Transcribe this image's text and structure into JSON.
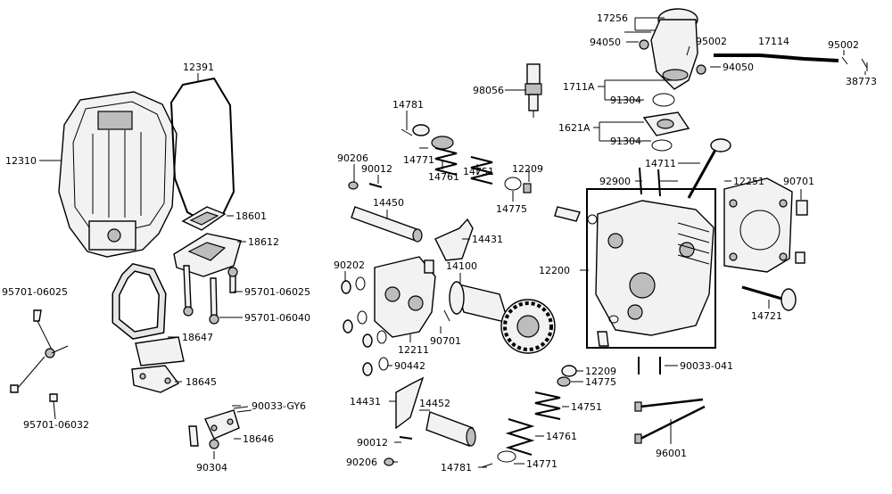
{
  "labels": [
    {
      "id": "17256",
      "text": "17256"
    },
    {
      "id": "94050a",
      "text": "94050"
    },
    {
      "id": "95002a",
      "text": "95002"
    },
    {
      "id": "17114",
      "text": "17114"
    },
    {
      "id": "95002b",
      "text": "95002"
    },
    {
      "id": "94050b",
      "text": "94050"
    },
    {
      "id": "38773",
      "text": "38773"
    },
    {
      "id": "98056",
      "text": "98056"
    },
    {
      "id": "1711A",
      "text": "1711A"
    },
    {
      "id": "91304a",
      "text": "91304"
    },
    {
      "id": "1621A",
      "text": "1621A"
    },
    {
      "id": "91304b",
      "text": "91304"
    },
    {
      "id": "12391",
      "text": "12391"
    },
    {
      "id": "12310",
      "text": "12310"
    },
    {
      "id": "18601",
      "text": "18601"
    },
    {
      "id": "18612",
      "text": "18612"
    },
    {
      "id": "95701-06025a",
      "text": "95701-06025"
    },
    {
      "id": "95701-06025b",
      "text": "95701-06025"
    },
    {
      "id": "95701-06040",
      "text": "95701-06040"
    },
    {
      "id": "18647",
      "text": "18647"
    },
    {
      "id": "18645",
      "text": "18645"
    },
    {
      "id": "95701-06032",
      "text": "95701-06032"
    },
    {
      "id": "90033-GY6",
      "text": "90033-GY6"
    },
    {
      "id": "18646",
      "text": "18646"
    },
    {
      "id": "90304",
      "text": "90304"
    },
    {
      "id": "14781a",
      "text": "14781"
    },
    {
      "id": "90206a",
      "text": "90206"
    },
    {
      "id": "90012a",
      "text": "90012"
    },
    {
      "id": "14771a",
      "text": "14771"
    },
    {
      "id": "14761a",
      "text": "14761"
    },
    {
      "id": "14751a",
      "text": "14751"
    },
    {
      "id": "12209a",
      "text": "12209"
    },
    {
      "id": "14775a",
      "text": "14775"
    },
    {
      "id": "14450",
      "text": "14450"
    },
    {
      "id": "14431a",
      "text": "14431"
    },
    {
      "id": "14100",
      "text": "14100"
    },
    {
      "id": "90202",
      "text": "90202"
    },
    {
      "id": "12211",
      "text": "12211"
    },
    {
      "id": "90701a",
      "text": "90701"
    },
    {
      "id": "90442",
      "text": "90442"
    },
    {
      "id": "14711",
      "text": "14711"
    },
    {
      "id": "92900",
      "text": "92900"
    },
    {
      "id": "12251",
      "text": "12251"
    },
    {
      "id": "90701b",
      "text": "90701"
    },
    {
      "id": "12200",
      "text": "12200"
    },
    {
      "id": "14721",
      "text": "14721"
    },
    {
      "id": "12209b",
      "text": "12209"
    },
    {
      "id": "14775b",
      "text": "14775"
    },
    {
      "id": "90033-041",
      "text": "90033-041"
    },
    {
      "id": "14431b",
      "text": "14431"
    },
    {
      "id": "14452",
      "text": "14452"
    },
    {
      "id": "14751b",
      "text": "14751"
    },
    {
      "id": "14761b",
      "text": "14761"
    },
    {
      "id": "90012b",
      "text": "90012"
    },
    {
      "id": "90206b",
      "text": "90206"
    },
    {
      "id": "14781b",
      "text": "14781"
    },
    {
      "id": "14771b",
      "text": "14771"
    },
    {
      "id": "96001",
      "text": "96001"
    }
  ]
}
